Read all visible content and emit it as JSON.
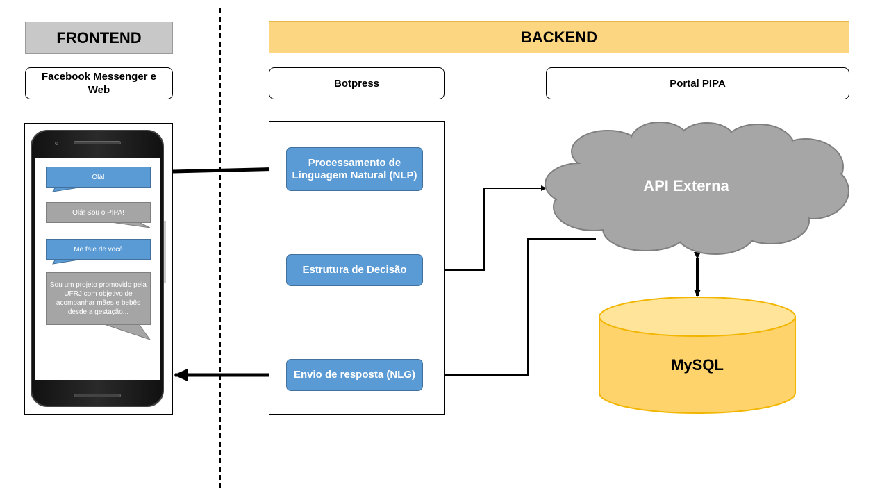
{
  "headers": {
    "frontend": "FRONTEND",
    "backend": "BACKEND"
  },
  "labels": {
    "messenger": "Facebook Messenger e Web",
    "botpress": "Botpress",
    "portal": "Portal PIPA"
  },
  "chat": {
    "msg1": "Olá!",
    "msg2": "Olá!  Sou o PIPA!",
    "msg3": "Me  fale de você",
    "msg4": "Sou um projeto promovido pela UFRJ  com objetivo de acompanhar mães e bebês desde a gestação..."
  },
  "process": {
    "nlp": "Processamento de Linguagem Natural (NLP)",
    "decision": "Estrutura de Decisão",
    "nlg": "Envio de resposta (NLG)"
  },
  "api": "API Externa",
  "db": "MySQL",
  "colors": {
    "frontend_header": "#c8c8c8",
    "backend_header": "#fdd681",
    "process_box": "#5b9bd5",
    "cloud": "#a6a6a6",
    "database": "#ffd36b",
    "gray_bubble": "#a5a5a5"
  }
}
